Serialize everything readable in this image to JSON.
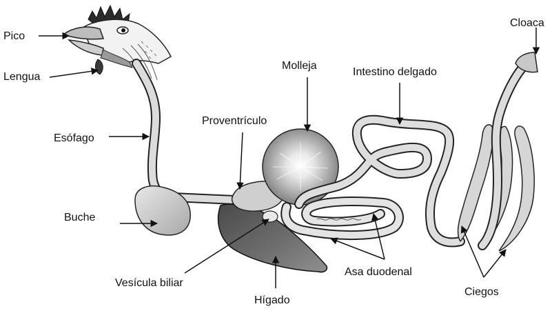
{
  "labels": {
    "pico": "Pico",
    "lengua": "Lengua",
    "esofago": "Esófago",
    "buche": "Buche",
    "proventriculo": "Proventrículo",
    "molleja": "Molleja",
    "intestino_delgado": "Intestino delgado",
    "cloaca": "Cloaca",
    "vesicula_biliar": "Vesícula biliar",
    "higado": "Hígado",
    "asa_duodenal": "Asa duodenal",
    "ciegos": "Ciegos"
  },
  "colors": {
    "outline": "#222222",
    "organ_light": "#d2d2d2",
    "liver": "#6c6c6c",
    "gizzard_center": "#ffffff",
    "gizzard_edge": "#8a8a8a",
    "comb": "#2b2b2b"
  }
}
